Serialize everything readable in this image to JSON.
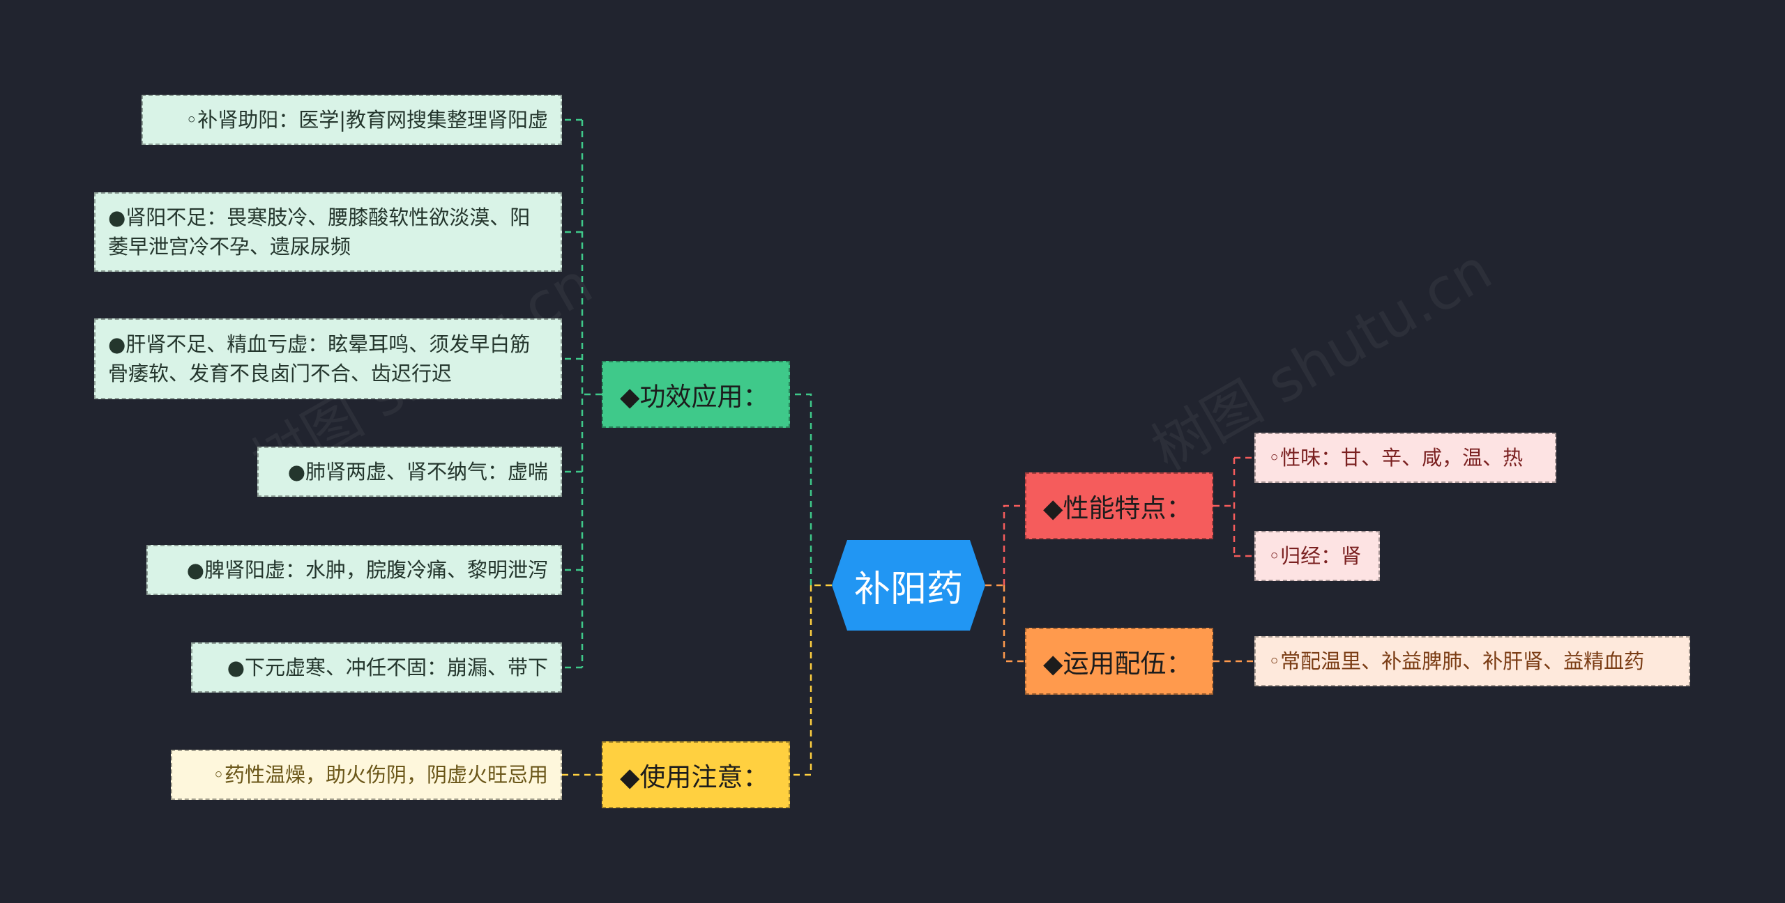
{
  "center": {
    "label": "补阳药",
    "color": "#2196f3"
  },
  "branches": {
    "efficacy": {
      "label": "◆功效应用：",
      "color": "#3fc98a",
      "items": [
        "◦补肾助阳：医学|教育网搜集整理肾阳虚",
        "●肾阳不足：畏寒肢冷、腰膝酸软性欲淡漠、阳萎早泄宫冷不孕、遗尿尿频",
        "●肝肾不足、精血亏虚：眩晕耳鸣、须发早白筋骨痿软、发育不良卤门不合、齿迟行迟",
        "●肺肾两虚、肾不纳气：虚喘",
        "●脾肾阳虚：水肿，脘腹冷痛、黎明泄泻",
        "●下元虚寒、冲任不固：崩漏、带下"
      ]
    },
    "caution": {
      "label": "◆使用注意：",
      "color": "#ffd040",
      "items": [
        "◦药性温燥，助火伤阴，阴虚火旺忌用"
      ]
    },
    "properties": {
      "label": "◆性能特点：",
      "color": "#f55c5c",
      "items": [
        "◦性味：甘、辛、咸，温、热",
        "◦归经：肾"
      ]
    },
    "combination": {
      "label": "◆运用配伍：",
      "color": "#ff9a4d",
      "items": [
        "◦常配温里、补益脾肺、补肝肾、益精血药"
      ]
    }
  },
  "watermark": "树图 shutu.cn"
}
